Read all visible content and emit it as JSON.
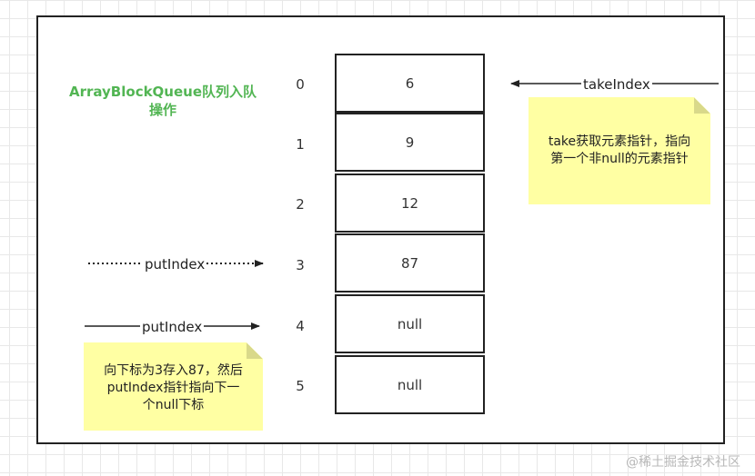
{
  "title_line1": "ArrayBlockQueue队列入队",
  "title_line2": "操作",
  "cells": [
    {
      "index": "0",
      "value": "6"
    },
    {
      "index": "1",
      "value": "9"
    },
    {
      "index": "2",
      "value": "12"
    },
    {
      "index": "3",
      "value": "87"
    },
    {
      "index": "4",
      "value": "null"
    },
    {
      "index": "5",
      "value": "null"
    }
  ],
  "take_index_label": "takeIndex",
  "put_index_old_label": "putIndex",
  "put_index_new_label": "putIndex",
  "take_note": {
    "line1": "take获取元素指针，指向",
    "line2": "第一个非null的元素指针"
  },
  "put_note": {
    "line1": "向下标为3存入87，然后",
    "line2": "putIndex指针指向下一",
    "line3": "个null下标"
  },
  "watermark": "@稀土掘金技术社区",
  "colors": {
    "title": "#52b553",
    "note_fill": "#ffffa3",
    "border": "#222222"
  }
}
